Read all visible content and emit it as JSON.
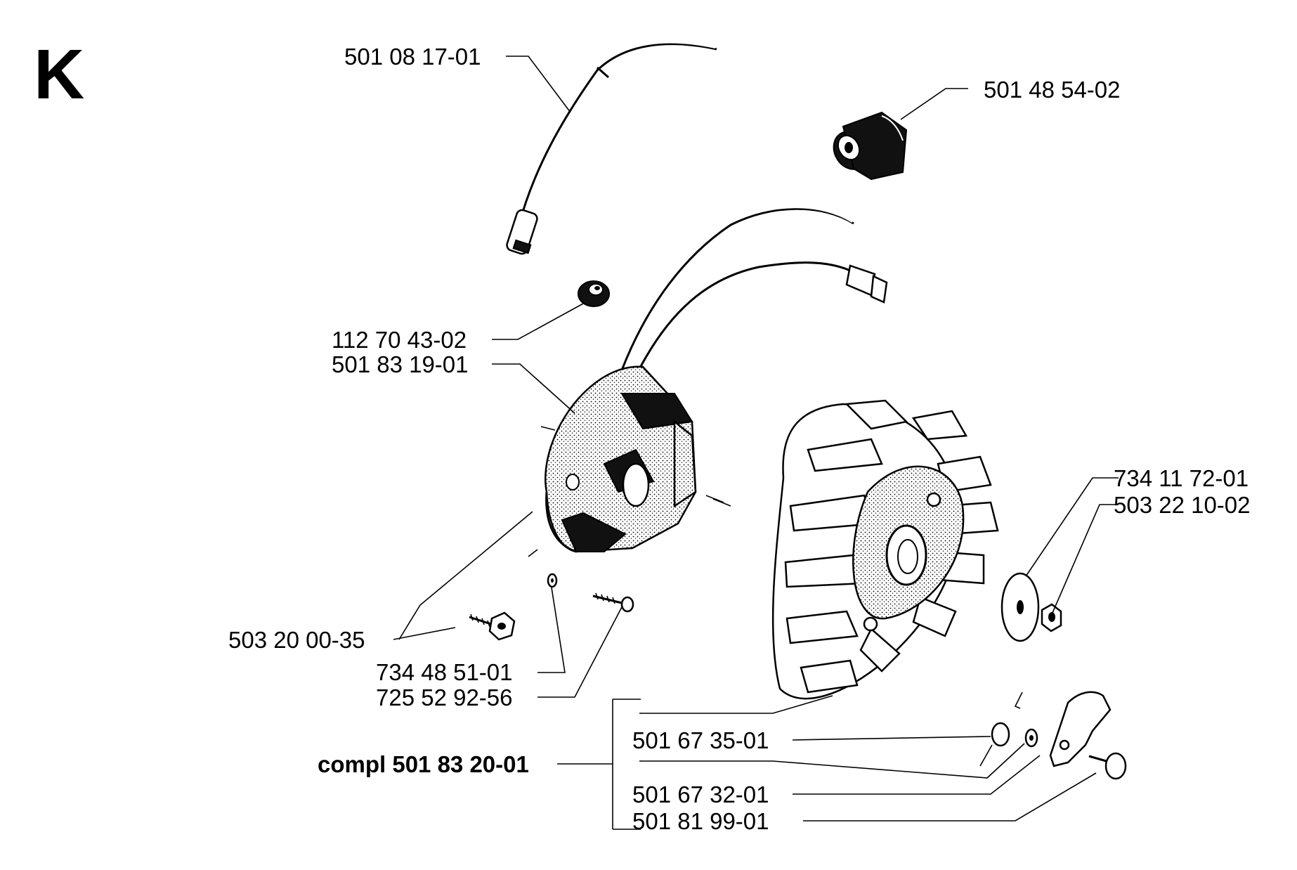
{
  "section_letter": "K",
  "callouts": {
    "ignition_cable": "501 08 17-01",
    "spark_plug_cap": "501 48 54-02",
    "bushing": "112 70 43-02",
    "ignition_module": "501 83 19-01",
    "module_screw": "503 20 00-35",
    "washer_small": "734 48 51-01",
    "screw_long": "725 52 92-56",
    "washer_flywheel": "734 11 72-01",
    "flywheel_nut": "503 22 10-02",
    "flywheel_complete": "compl 501 83 20-01",
    "flywheel": "501 67 35-01",
    "spring": "501 67 32-01",
    "pawl": "501 81 99-01"
  }
}
